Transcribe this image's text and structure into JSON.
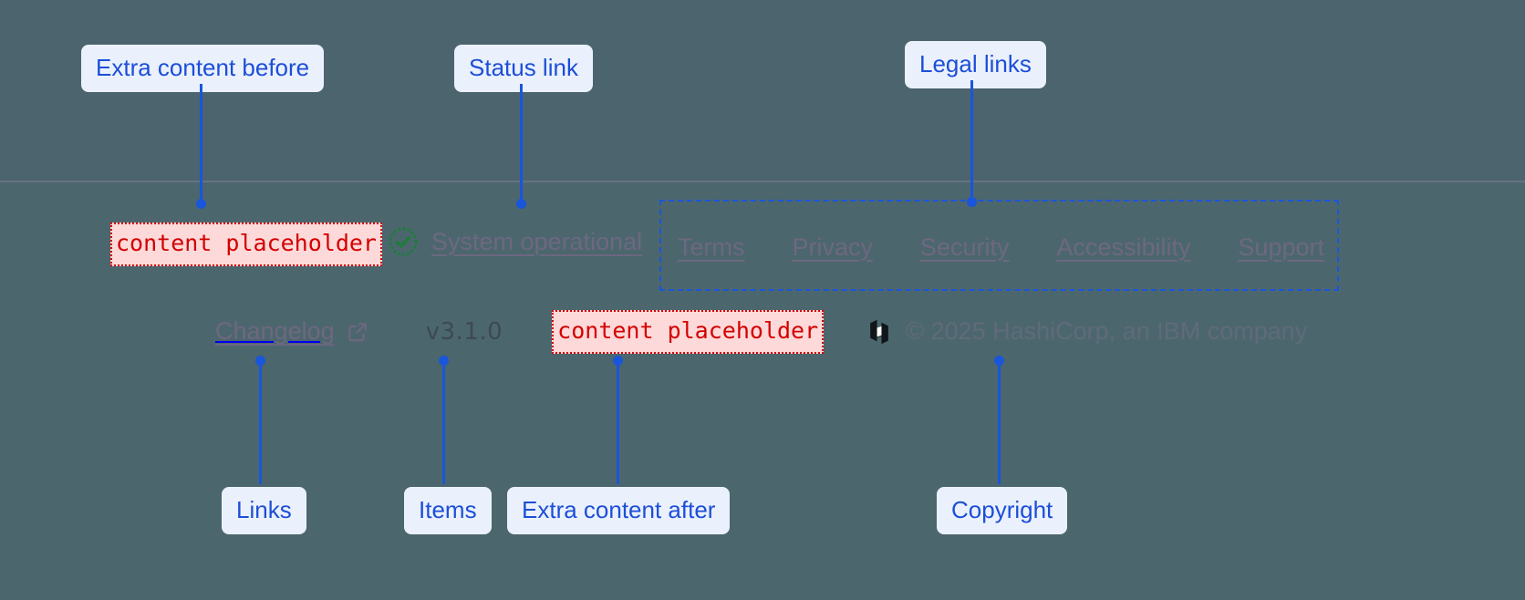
{
  "theme": {
    "page_background": "#4c646d",
    "footer_background": "#4c666e",
    "callout_background": "#eaf1fd",
    "callout_text": "#1d4ed8",
    "leader_line": "#1a56db",
    "placeholder_text": "#d40000",
    "placeholder_background": "#fdd9d9",
    "link_text": "#6d6880",
    "status_ok": "#1a7f37",
    "divider": "#7b7f96"
  },
  "annotations": {
    "extra_content_before": "Extra content before",
    "status_link": "Status link",
    "legal_links": "Legal links",
    "links": "Links",
    "items": "Items",
    "extra_content_after": "Extra content after",
    "copyright": "Copyright"
  },
  "footer": {
    "slot_before": {
      "placeholder_text": "content placeholder"
    },
    "status": {
      "icon": "check-circle-icon",
      "label": "System operational"
    },
    "legal_links": [
      {
        "label": "Terms"
      },
      {
        "label": "Privacy"
      },
      {
        "label": "Security"
      },
      {
        "label": "Accessibility"
      },
      {
        "label": "Support"
      }
    ],
    "secondary": {
      "changelog_label": "Changelog",
      "changelog_icon": "external-link-icon",
      "version": "v3.1.0",
      "slot_after_placeholder": "content placeholder",
      "brand_icon": "hashicorp-logo-icon",
      "copyright": "© 2025 HashiCorp, an IBM company"
    }
  }
}
